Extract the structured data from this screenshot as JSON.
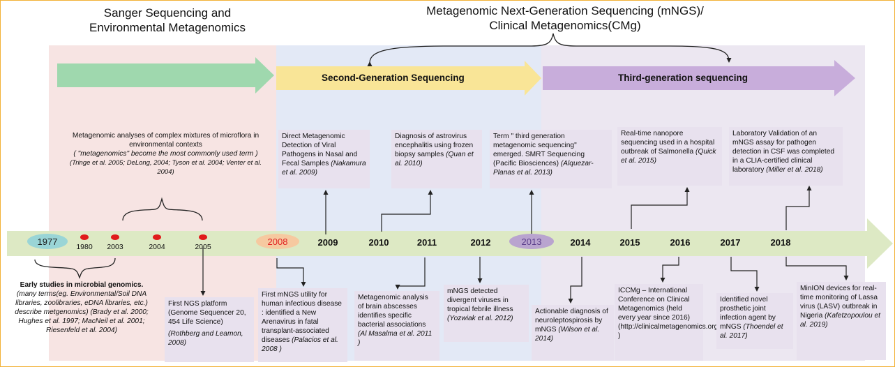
{
  "eras": {
    "sanger": "Sanger Sequencing and Environmental Metagenomics",
    "mngs_line1": "Metagenomic Next-Generation Sequencing (mNGS)/",
    "mngs_line2": "Clinical Metagenomics(CMg)"
  },
  "phases": {
    "second": "Second-Generation Sequencing",
    "third": "Third-generation sequencing"
  },
  "colors": {
    "sanger_zone": "#f7e4e3",
    "second_zone": "#e3e9f6",
    "third_zone": "#ece7f1",
    "green_arrow": "#9fd8ae",
    "yellow_arrow": "#f9e597",
    "purple_arrow": "#c8addb",
    "timeline": "#dde9c4",
    "box": "#e8e1ee",
    "dot": "#e01b1b",
    "frame": "#f2b135"
  },
  "years": {
    "y1977": "1977",
    "y1980": "1980",
    "y2003": "2003",
    "y2004": "2004",
    "y2005": "2005",
    "y2008": "2008",
    "y2009": "2009",
    "y2010": "2010",
    "y2011": "2011",
    "y2012": "2012",
    "y2013": "2013",
    "y2014": "2014",
    "y2015": "2015",
    "y2016": "2016",
    "y2017": "2017",
    "y2018": "2018"
  },
  "env": {
    "text": "Metagenomic analyses of complex mixtures of microflora in environmental contexts",
    "quote": "( \"metagenomics\" become the most commonly used term )",
    "cite": "(Tringe et al. 2005; DeLong, 2004; Tyson et al. 2004; Venter et al. 2004)"
  },
  "early": {
    "title": "Early studies in microbial genomics.",
    "body": "(many terms(eg. Environmental/Soil DNA libraries, zoolibraries, eDNA libraries, etc.) describe metgenomics) (Brady et al. 2000; Hughes et al. 1997; MacNeil et al. 2001; Riesenfeld et al. 2004)"
  },
  "top_boxes": {
    "b2009": {
      "text": "Direct Metagenomic Detection of Viral Pathogens in Nasal and Fecal Samples",
      "cite": "(Nakamura et al. 2009)"
    },
    "b2010": {
      "text": "Diagnosis of astrovirus encephalitis using frozen biopsy samples",
      "cite": "(Quan et al. 2010)"
    },
    "b2013": {
      "text": "Term \" third generation metagenomic sequencing\" emerged. SMRT Sequencing (Pacific Biosciences)",
      "cite": "(Alquezar-Planas et al. 2013)"
    },
    "b2015": {
      "text": "Real-time nanopore sequencing used in a hospital outbreak of Salmonella",
      "cite": "(Quick et al. 2015)"
    },
    "b2018": {
      "text": "Laboratory Validation of an mNGS assay for pathogen detection in CSF was completed in a CLIA-certified clinical laboratory",
      "cite": "(Miller et al. 2018)"
    }
  },
  "bottom_boxes": {
    "b2005": {
      "text": "First NGS platform (Genome Sequencer 20, 454 Life Science)",
      "cite": "(Rothberg and Leamon, 2008)"
    },
    "b2008": {
      "text": "First mNGS utility for human infectious disease : identified a New Arenavirus in fatal transplant-associated diseases",
      "cite": "(Palacios et al. 2008 )"
    },
    "b2011": {
      "text": "Metagenomic analysis of brain abscesses identifies specific bacterial associations",
      "cite": "(Al Masalma et al. 2011 )"
    },
    "b2012": {
      "text": "mNGS detected divergent viruses in tropical febrile illness",
      "cite": "(Yozwiak et al. 2012)"
    },
    "b2014": {
      "text": "Actionable diagnosis of neuroleptospirosis by mNGS",
      "cite": "(Wilson et al. 2014)"
    },
    "b2016": {
      "text": "ICCMg – International Conference on Clinical Metagenomics (held every year since 2016) (http://clinicalmetagenomics.org )",
      "cite": ""
    },
    "b2017": {
      "text": "Identified novel prosthetic joint infection agent by mNGS",
      "cite": "(Thoendel et al. 2017)"
    },
    "b2018": {
      "text": "MinION devices for real-time monitoring of Lassa virus (LASV) outbreak in Nigeria",
      "cite": "(Kafetzopoulou et al. 2019)"
    }
  }
}
